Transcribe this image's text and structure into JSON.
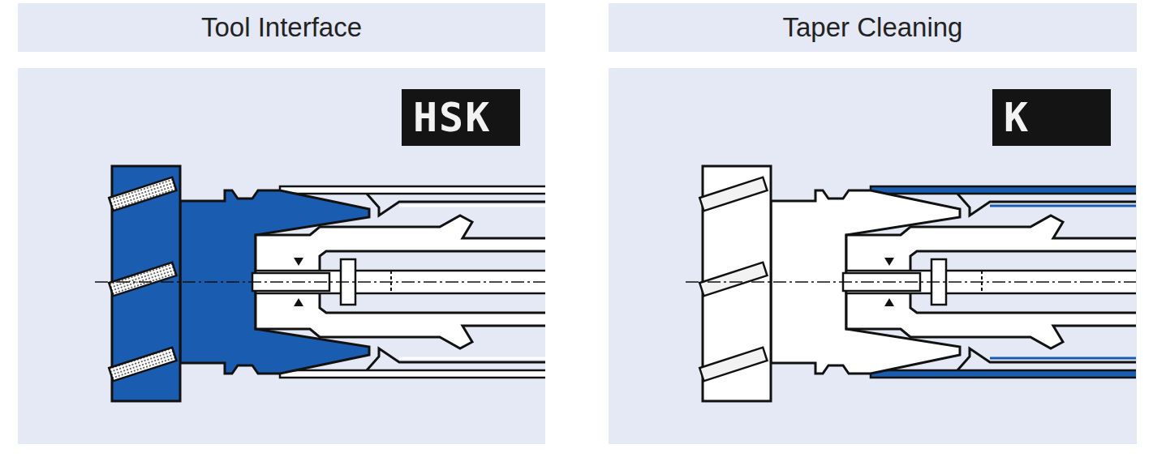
{
  "diagram": {
    "nodes": [
      {
        "text": [
          "Tool Interface"
        ]
      },
      {
        "text": [
          "HSK"
        ]
      },
      {
        "text": [
          "Taper Cleaning"
        ]
      },
      {
        "text": [
          "K"
        ]
      }
    ]
  }
}
